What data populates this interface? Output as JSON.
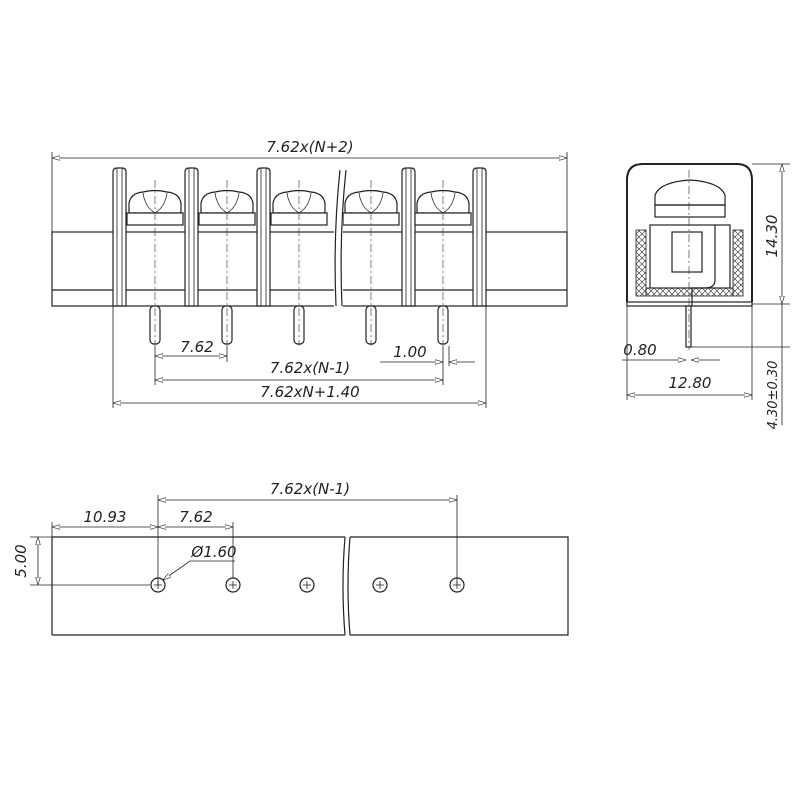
{
  "front_view": {
    "overall_length": "7.62x(N+2)",
    "pitch": "7.62",
    "pin_span": "7.62x(N-1)",
    "pin_width": "1.00",
    "barrier_span": "7.62xN+1.40"
  },
  "side_view": {
    "height": "14.30",
    "pin_length": "4.30±0.30",
    "pin_thickness": "0.80",
    "depth": "12.80"
  },
  "pcb_layout": {
    "hole_span": "7.62x(N-1)",
    "edge_offset": "10.93",
    "pitch": "7.62",
    "row_offset": "5.00",
    "hole_diameter": "Ø1.60"
  }
}
